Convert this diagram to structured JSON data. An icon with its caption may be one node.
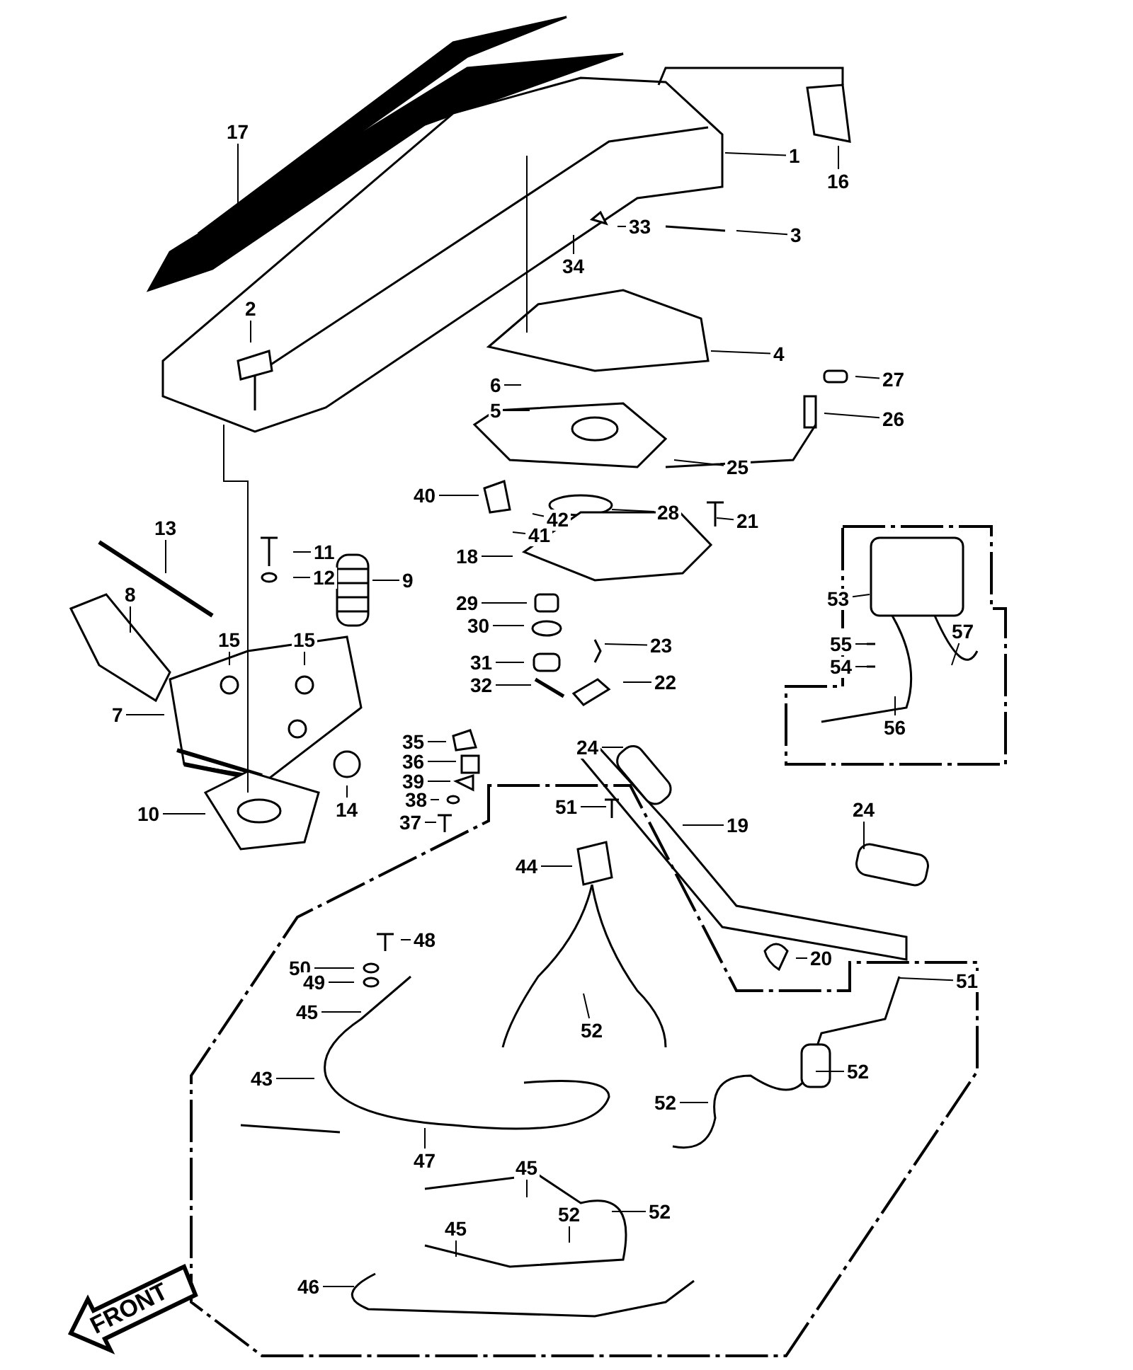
{
  "diagram": {
    "nodes": [
      {
        "text": [
          "17"
        ]
      },
      {
        "text": [
          "1"
        ]
      },
      {
        "text": [
          "16"
        ]
      },
      {
        "text": [
          "3"
        ]
      },
      {
        "text": [
          "33"
        ]
      },
      {
        "text": [
          "34"
        ]
      },
      {
        "text": [
          "2"
        ]
      },
      {
        "text": [
          "4"
        ]
      },
      {
        "text": [
          "27"
        ]
      },
      {
        "text": [
          "6"
        ]
      },
      {
        "text": [
          "26"
        ]
      },
      {
        "text": [
          "5"
        ]
      },
      {
        "text": [
          "25"
        ]
      },
      {
        "text": [
          "40"
        ]
      },
      {
        "text": [
          "42"
        ]
      },
      {
        "text": [
          "28"
        ]
      },
      {
        "text": [
          "21"
        ]
      },
      {
        "text": [
          "41"
        ]
      },
      {
        "text": [
          "13"
        ]
      },
      {
        "text": [
          "11"
        ]
      },
      {
        "text": [
          "12"
        ]
      },
      {
        "text": [
          "9"
        ]
      },
      {
        "text": [
          "18"
        ]
      },
      {
        "text": [
          "53"
        ]
      },
      {
        "text": [
          "29"
        ]
      },
      {
        "text": [
          "8"
        ]
      },
      {
        "text": [
          "57"
        ]
      },
      {
        "text": [
          "15"
        ]
      },
      {
        "text": [
          "15"
        ]
      },
      {
        "text": [
          "30"
        ]
      },
      {
        "text": [
          "23"
        ]
      },
      {
        "text": [
          "55"
        ]
      },
      {
        "text": [
          "31"
        ]
      },
      {
        "text": [
          "54"
        ]
      },
      {
        "text": [
          "22"
        ]
      },
      {
        "text": [
          "32"
        ]
      },
      {
        "text": [
          "7"
        ]
      },
      {
        "text": [
          "56"
        ]
      },
      {
        "text": [
          "35"
        ]
      },
      {
        "text": [
          "24"
        ]
      },
      {
        "text": [
          "36"
        ]
      },
      {
        "text": [
          "39"
        ]
      },
      {
        "text": [
          "14"
        ]
      },
      {
        "text": [
          "38"
        ]
      },
      {
        "text": [
          "10"
        ]
      },
      {
        "text": [
          "51"
        ]
      },
      {
        "text": [
          "37"
        ]
      },
      {
        "text": [
          "24"
        ]
      },
      {
        "text": [
          "19"
        ]
      },
      {
        "text": [
          "44"
        ]
      },
      {
        "text": [
          "48"
        ]
      },
      {
        "text": [
          "20"
        ]
      },
      {
        "text": [
          "50"
        ]
      },
      {
        "text": [
          "49"
        ]
      },
      {
        "text": [
          "51"
        ]
      },
      {
        "text": [
          "45"
        ]
      },
      {
        "text": [
          "52"
        ]
      },
      {
        "text": [
          "43"
        ]
      },
      {
        "text": [
          "52"
        ]
      },
      {
        "text": [
          "52"
        ]
      },
      {
        "text": [
          "47"
        ]
      },
      {
        "text": [
          "45"
        ]
      },
      {
        "text": [
          "52"
        ]
      },
      {
        "text": [
          "52"
        ]
      },
      {
        "text": [
          "45"
        ]
      },
      {
        "text": [
          "46"
        ]
      }
    ],
    "edges": [
      {
        "from": 0,
        "to": null,
        "arrow": "none"
      },
      {
        "from": 1,
        "to": null,
        "arrow": "none"
      },
      {
        "from": 2,
        "to": null,
        "arrow": "none"
      },
      {
        "from": 3,
        "to": null,
        "arrow": "none"
      },
      {
        "from": 4,
        "to": null,
        "arrow": "none"
      },
      {
        "from": 5,
        "to": null,
        "arrow": "none"
      },
      {
        "from": 6,
        "to": null,
        "arrow": "none"
      },
      {
        "from": 7,
        "to": null,
        "arrow": "none"
      },
      {
        "from": 8,
        "to": null,
        "arrow": "none"
      },
      {
        "from": 9,
        "to": null,
        "arrow": "none"
      },
      {
        "from": 10,
        "to": null,
        "arrow": "none"
      },
      {
        "from": 11,
        "to": null,
        "arrow": "none"
      },
      {
        "from": 12,
        "to": null,
        "arrow": "none"
      },
      {
        "from": 13,
        "to": null,
        "arrow": "none"
      },
      {
        "from": 14,
        "to": null,
        "arrow": "none"
      },
      {
        "from": 15,
        "to": null,
        "arrow": "none"
      },
      {
        "from": 16,
        "to": null,
        "arrow": "none"
      },
      {
        "from": 17,
        "to": null,
        "arrow": "none"
      },
      {
        "from": 18,
        "to": null,
        "arrow": "none"
      },
      {
        "from": 19,
        "to": null,
        "arrow": "none"
      },
      {
        "from": 20,
        "to": null,
        "arrow": "none"
      },
      {
        "from": 21,
        "to": null,
        "arrow": "none"
      },
      {
        "from": 22,
        "to": null,
        "arrow": "none"
      },
      {
        "from": 23,
        "to": null,
        "arrow": "none"
      },
      {
        "from": 24,
        "to": null,
        "arrow": "none"
      },
      {
        "from": 25,
        "to": null,
        "arrow": "none"
      },
      {
        "from": 26,
        "to": null,
        "arrow": "none"
      },
      {
        "from": 27,
        "to": null,
        "arrow": "none"
      },
      {
        "from": 28,
        "to": null,
        "arrow": "none"
      },
      {
        "from": 29,
        "to": null,
        "arrow": "none"
      },
      {
        "from": 30,
        "to": null,
        "arrow": "none"
      },
      {
        "from": 31,
        "to": null,
        "arrow": "none"
      },
      {
        "from": 32,
        "to": null,
        "arrow": "none"
      },
      {
        "from": 33,
        "to": null,
        "arrow": "none"
      },
      {
        "from": 34,
        "to": null,
        "arrow": "none"
      },
      {
        "from": 35,
        "to": null,
        "arrow": "none"
      },
      {
        "from": 36,
        "to": null,
        "arrow": "none"
      },
      {
        "from": 37,
        "to": null,
        "arrow": "none"
      },
      {
        "from": 38,
        "to": null,
        "arrow": "none"
      },
      {
        "from": 39,
        "to": null,
        "arrow": "none"
      },
      {
        "from": 40,
        "to": null,
        "arrow": "none"
      },
      {
        "from": 41,
        "to": null,
        "arrow": "none"
      },
      {
        "from": 42,
        "to": null,
        "arrow": "none"
      },
      {
        "from": 43,
        "to": null,
        "arrow": "none"
      },
      {
        "from": 44,
        "to": null,
        "arrow": "none"
      },
      {
        "from": 45,
        "to": null,
        "arrow": "none"
      },
      {
        "from": 46,
        "to": null,
        "arrow": "none"
      },
      {
        "from": 47,
        "to": null,
        "arrow": "none"
      },
      {
        "from": 48,
        "to": null,
        "arrow": "none"
      },
      {
        "from": 49,
        "to": null,
        "arrow": "none"
      },
      {
        "from": 50,
        "to": null,
        "arrow": "none"
      },
      {
        "from": 51,
        "to": null,
        "arrow": "none"
      },
      {
        "from": 52,
        "to": null,
        "arrow": "none"
      },
      {
        "from": 53,
        "to": null,
        "arrow": "none"
      },
      {
        "from": 54,
        "to": null,
        "arrow": "none"
      },
      {
        "from": 55,
        "to": null,
        "arrow": "none"
      },
      {
        "from": 56,
        "to": null,
        "arrow": "none"
      },
      {
        "from": 57,
        "to": null,
        "arrow": "none"
      },
      {
        "from": 58,
        "to": null,
        "arrow": "none"
      },
      {
        "from": 59,
        "to": null,
        "arrow": "none"
      },
      {
        "from": 60,
        "to": null,
        "arrow": "none"
      },
      {
        "from": 61,
        "to": null,
        "arrow": "none"
      },
      {
        "from": 62,
        "to": null,
        "arrow": "none"
      },
      {
        "from": 63,
        "to": null,
        "arrow": "none"
      },
      {
        "from": 64,
        "to": null,
        "arrow": "none"
      },
      {
        "from": 65,
        "to": null,
        "arrow": "none"
      }
    ],
    "labels": [
      "FRONT"
    ]
  }
}
